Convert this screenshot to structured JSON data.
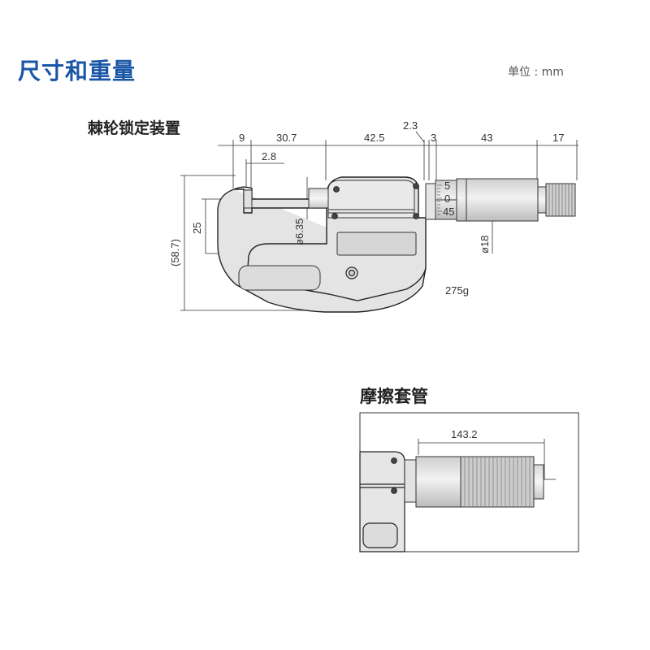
{
  "header": {
    "title": "尺寸和重量",
    "unit": "单位 : mm"
  },
  "sections": {
    "ratchet": "棘轮锁定装置",
    "friction": "摩擦套管"
  },
  "dimensions": {
    "d9": "9",
    "d30_7": "30.7",
    "d42_5": "42.5",
    "d2_3": "2.3",
    "d3": "3",
    "d43": "43",
    "d17": "17",
    "d2_8": "2.8",
    "d25": "25",
    "d58_7": "(58.7)",
    "d6_35": "ø6.35",
    "d18": "ø18",
    "weight": "275g",
    "d143_2": "143.2"
  },
  "scale_marks": [
    "5",
    "0",
    "45"
  ]
}
